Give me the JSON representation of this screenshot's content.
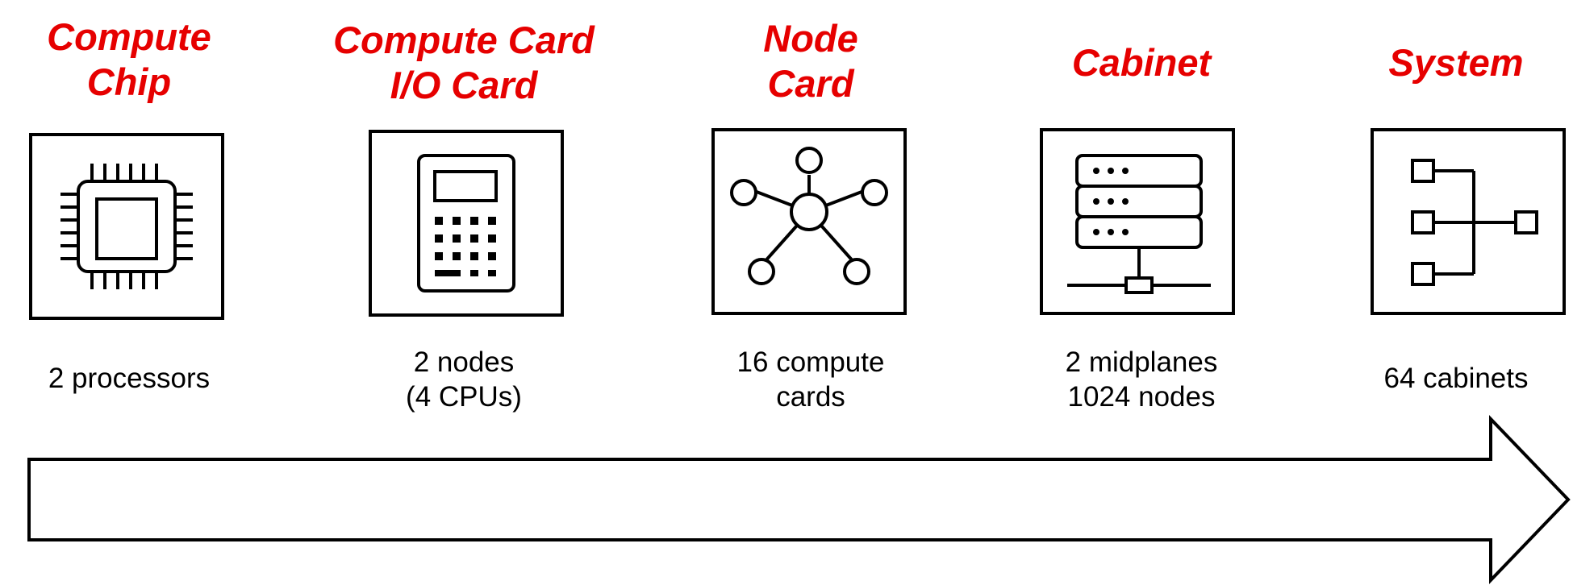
{
  "stages": [
    {
      "title": "Compute\nChip",
      "caption": "2 processors",
      "icon": "chip-icon"
    },
    {
      "title": "Compute Card\nI/O Card",
      "caption": "2 nodes\n(4 CPUs)",
      "icon": "card-icon"
    },
    {
      "title": "Node\nCard",
      "caption": "16 compute\ncards",
      "icon": "network-icon"
    },
    {
      "title": "Cabinet",
      "caption": "2 midplanes\n1024 nodes",
      "icon": "server-rack-icon"
    },
    {
      "title": "System",
      "caption": "64 cabinets",
      "icon": "hierarchy-icon"
    }
  ],
  "colors": {
    "title": "#e60000",
    "stroke": "#000000"
  }
}
